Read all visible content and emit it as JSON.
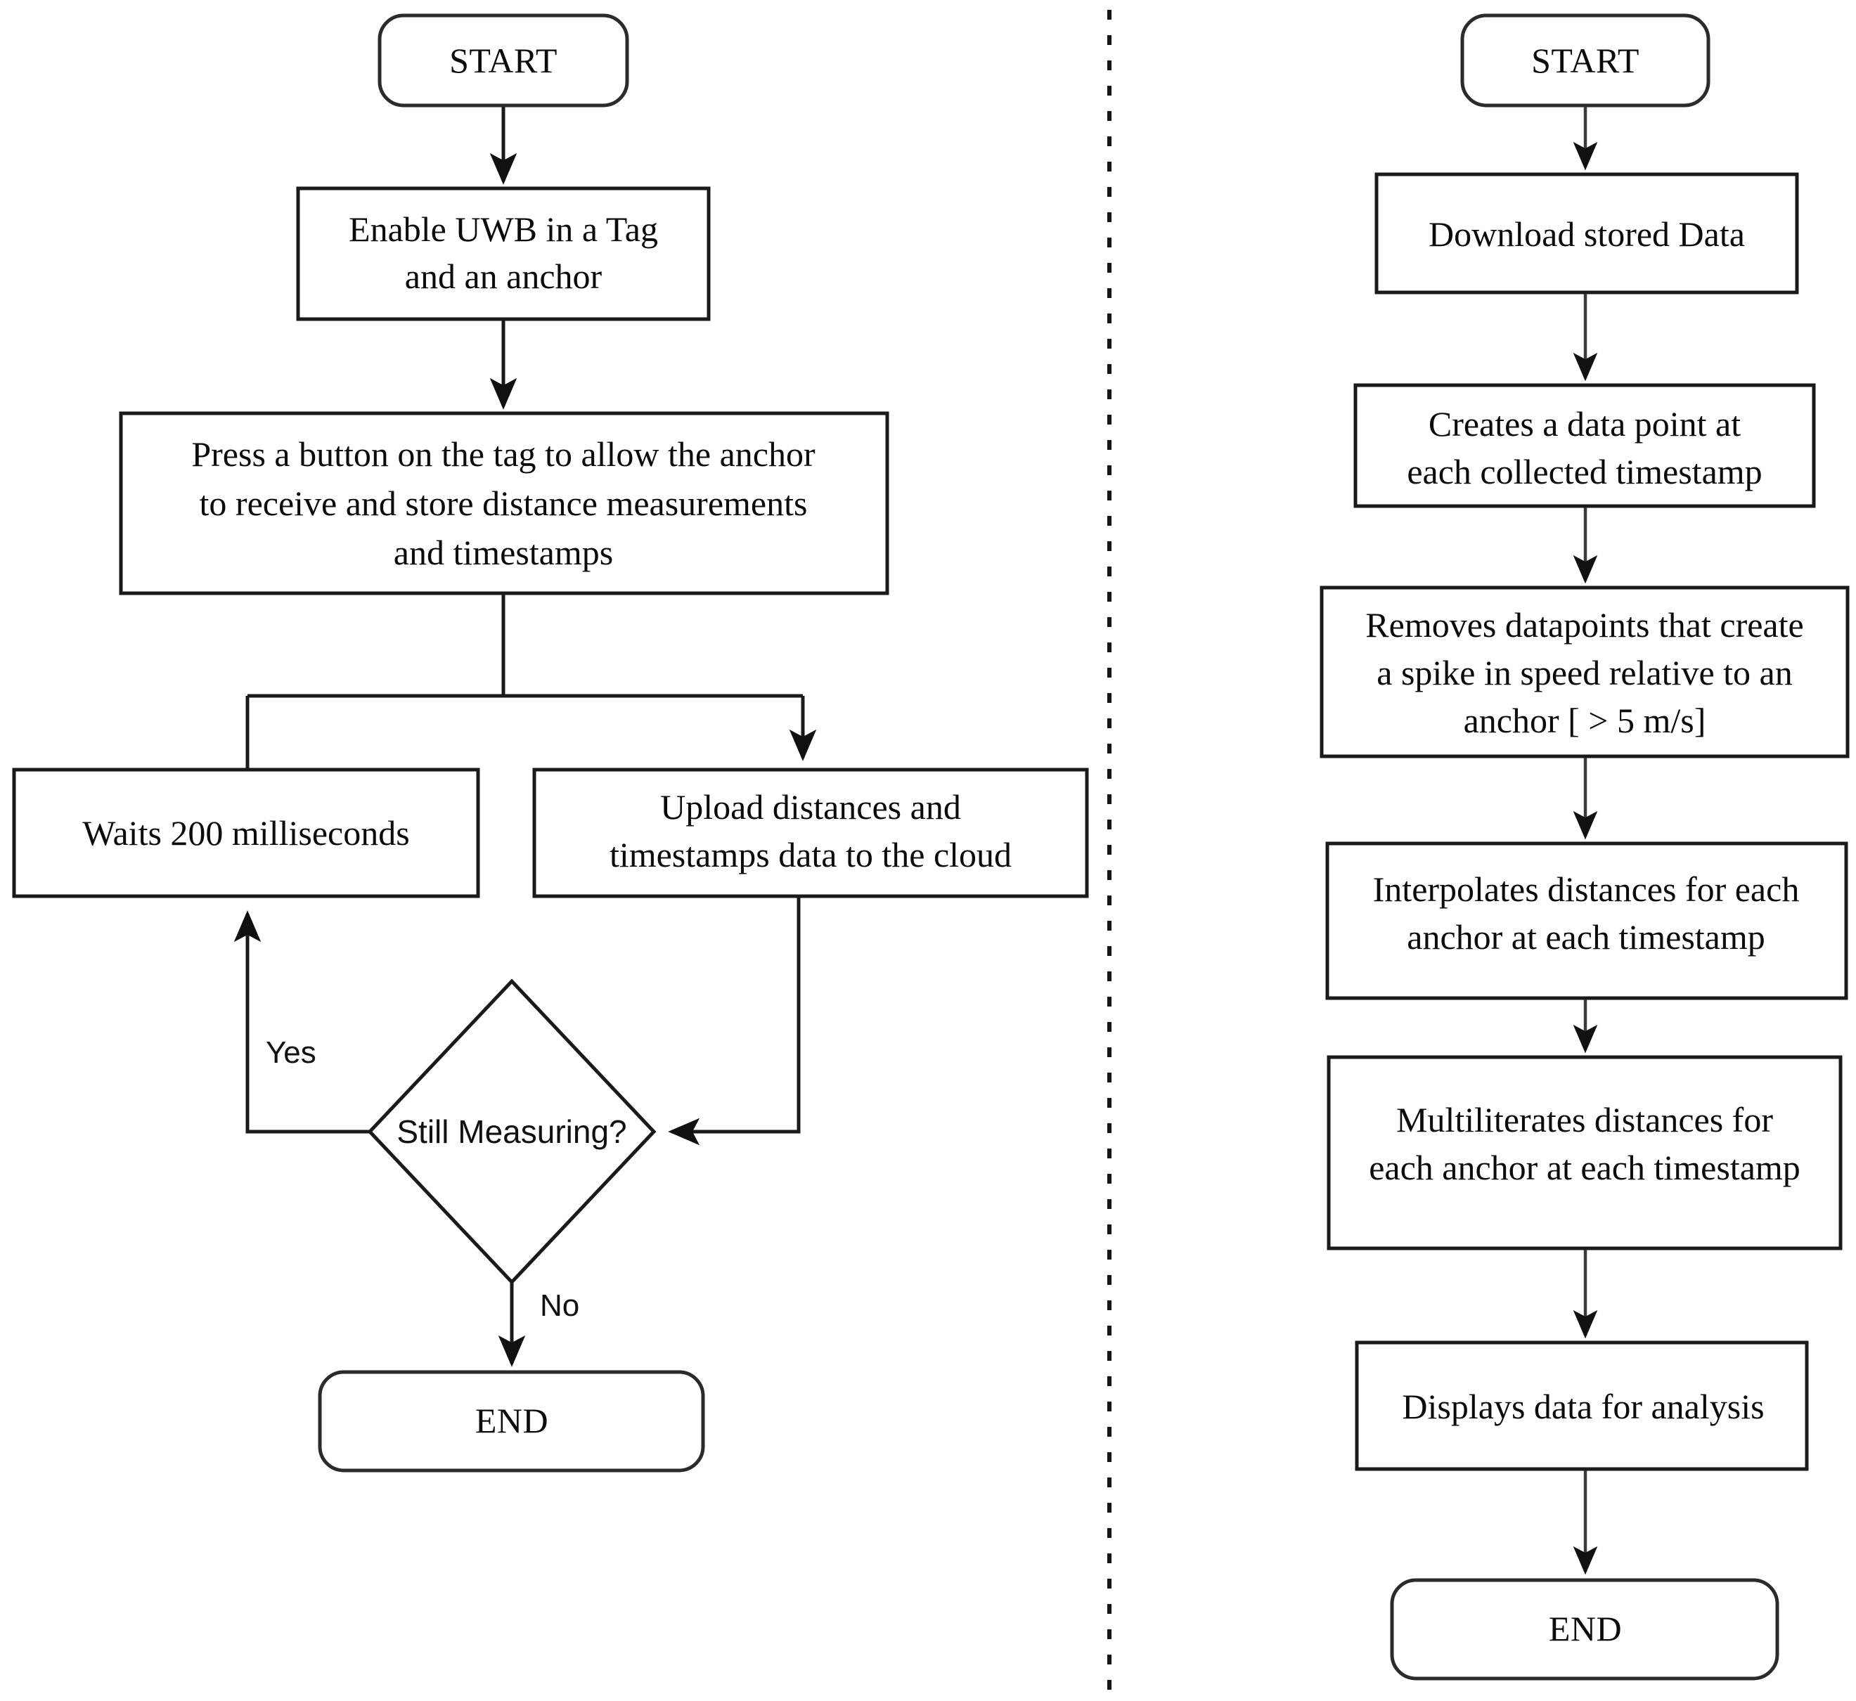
{
  "figure": {
    "kind": "flowchart",
    "panels": 2,
    "divider": "vertical-dashed-line"
  },
  "left_flow": {
    "title_node": "START",
    "nodes": [
      {
        "id": "l-start",
        "shape": "terminator",
        "lines": [
          "START"
        ]
      },
      {
        "id": "l-enable",
        "shape": "process",
        "lines": [
          "Enable UWB in a Tag",
          "and an anchor"
        ]
      },
      {
        "id": "l-press",
        "shape": "process",
        "lines": [
          "Press a button on the tag to allow the anchor",
          "to receive and store distance measurements",
          "and timestamps"
        ]
      },
      {
        "id": "l-wait",
        "shape": "process",
        "lines": [
          "Waits 200 milliseconds"
        ]
      },
      {
        "id": "l-upload",
        "shape": "process",
        "lines": [
          "Upload distances and",
          "timestamps data to the cloud"
        ]
      },
      {
        "id": "l-decision",
        "shape": "decision",
        "lines": [
          "Still Measuring?"
        ]
      },
      {
        "id": "l-end",
        "shape": "terminator",
        "lines": [
          "END"
        ]
      }
    ],
    "edge_labels": {
      "yes": "Yes",
      "no": "No"
    }
  },
  "right_flow": {
    "title_node": "START",
    "nodes": [
      {
        "id": "r-start",
        "shape": "terminator",
        "lines": [
          "START"
        ]
      },
      {
        "id": "r-download",
        "shape": "process",
        "lines": [
          "Download stored Data"
        ]
      },
      {
        "id": "r-create",
        "shape": "process",
        "lines": [
          "Creates a data point at",
          "each collected timestamp"
        ]
      },
      {
        "id": "r-remove",
        "shape": "process",
        "lines": [
          "Removes datapoints that create",
          "a spike in speed relative to an",
          "anchor [ > 5 m/s]"
        ]
      },
      {
        "id": "r-interp",
        "shape": "process",
        "lines": [
          "Interpolates distances for each",
          "anchor at each timestamp"
        ]
      },
      {
        "id": "r-multi",
        "shape": "process",
        "lines": [
          "Multiliterates distances for",
          "each anchor at each timestamp"
        ]
      },
      {
        "id": "r-display",
        "shape": "process",
        "lines": [
          "Displays data for analysis"
        ]
      },
      {
        "id": "r-end",
        "shape": "terminator",
        "lines": [
          "END"
        ]
      }
    ]
  },
  "colors": {
    "stroke": "#1a1a1a",
    "fill": "#ffffff",
    "text": "#0b0b0b"
  }
}
